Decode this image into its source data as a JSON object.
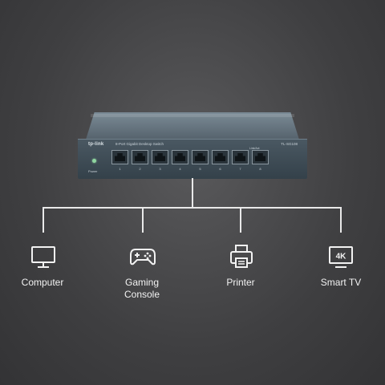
{
  "switch": {
    "brand": "tp-link",
    "description": "8-Port Gigabit Desktop Switch",
    "model": "TL-SG108",
    "power_label": "Power",
    "link_label": "Link/Act",
    "ports": [
      "1",
      "2",
      "3",
      "4",
      "5",
      "6",
      "7",
      "8"
    ]
  },
  "devices": [
    {
      "label": "Computer",
      "icon": "monitor-icon"
    },
    {
      "label": "Gaming\nConsole",
      "icon": "gamepad-icon"
    },
    {
      "label": "Printer",
      "icon": "printer-icon"
    },
    {
      "label": "Smart TV",
      "icon": "tv-4k-icon",
      "icon_text": "4K"
    }
  ],
  "colors": {
    "background": "#434345",
    "line": "#e9e9e9",
    "text": "#f2f2f2",
    "switch_body": "#3c4952"
  }
}
